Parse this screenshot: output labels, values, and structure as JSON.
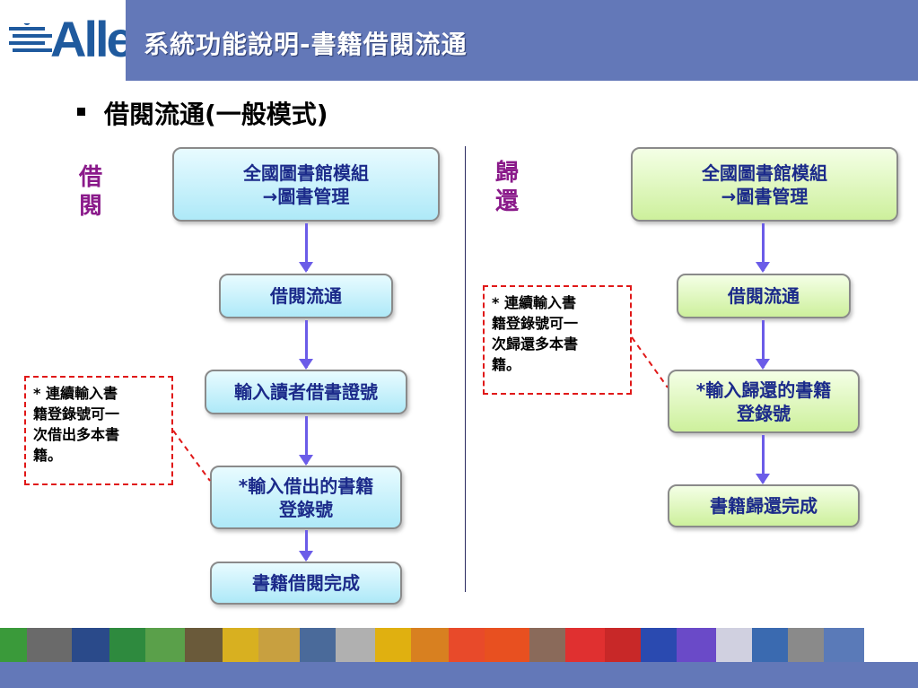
{
  "header": {
    "logo_text": "Alle",
    "title": "系統功能說明-書籍借閱流通"
  },
  "subtitle": "借閱流通(一般模式)",
  "borrow": {
    "label": "借\n閱",
    "steps": [
      "全國圖書館模組\n→圖書管理",
      "借閱流通",
      "輸入讀者借書證號",
      "*輸入借出的書籍\n登錄號",
      "書籍借閱完成"
    ],
    "note": "* 連續輸入書\n籍登錄號可一\n次借出多本書\n籍。"
  },
  "return": {
    "label": "歸\n還",
    "steps": [
      "全國圖書館模組\n→圖書管理",
      "借閱流通",
      "*輸入歸還的書籍\n登錄號",
      "書籍歸還完成"
    ],
    "note": " * 連續輸入書\n籍登錄號可一\n次歸還多本書\n籍。"
  },
  "colors": {
    "title_bar": "#6378b8",
    "box_text": "#1b2a8a",
    "label": "#8a1a8a",
    "arrow": "#6b5ce8",
    "note_border": "#e01818"
  }
}
